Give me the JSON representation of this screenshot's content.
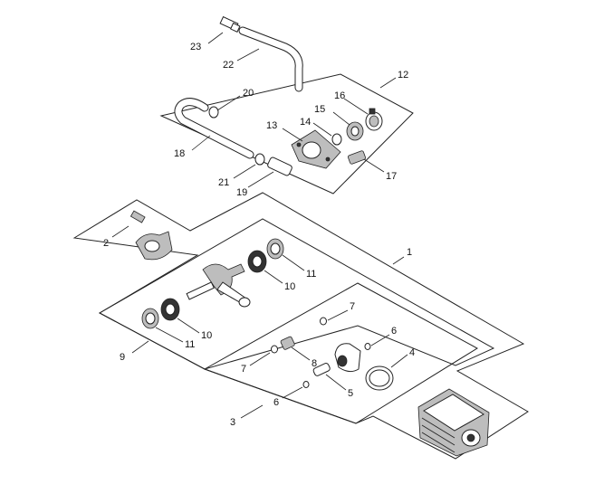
{
  "callouts": [
    {
      "id": "c1",
      "label": "1"
    },
    {
      "id": "c2",
      "label": "2"
    },
    {
      "id": "c3",
      "label": "3"
    },
    {
      "id": "c4",
      "label": "4"
    },
    {
      "id": "c5",
      "label": "5"
    },
    {
      "id": "c6a",
      "label": "6"
    },
    {
      "id": "c6b",
      "label": "6"
    },
    {
      "id": "c7a",
      "label": "7"
    },
    {
      "id": "c7b",
      "label": "7"
    },
    {
      "id": "c8",
      "label": "8"
    },
    {
      "id": "c9",
      "label": "9"
    },
    {
      "id": "c10a",
      "label": "10"
    },
    {
      "id": "c10b",
      "label": "10"
    },
    {
      "id": "c11a",
      "label": "11"
    },
    {
      "id": "c11b",
      "label": "11"
    },
    {
      "id": "c12",
      "label": "12"
    },
    {
      "id": "c13",
      "label": "13"
    },
    {
      "id": "c14",
      "label": "14"
    },
    {
      "id": "c15",
      "label": "15"
    },
    {
      "id": "c16",
      "label": "16"
    },
    {
      "id": "c17",
      "label": "17"
    },
    {
      "id": "c18",
      "label": "18"
    },
    {
      "id": "c19",
      "label": "19"
    },
    {
      "id": "c20",
      "label": "20"
    },
    {
      "id": "c21",
      "label": "21"
    },
    {
      "id": "c22",
      "label": "22"
    },
    {
      "id": "c23",
      "label": "23"
    }
  ]
}
